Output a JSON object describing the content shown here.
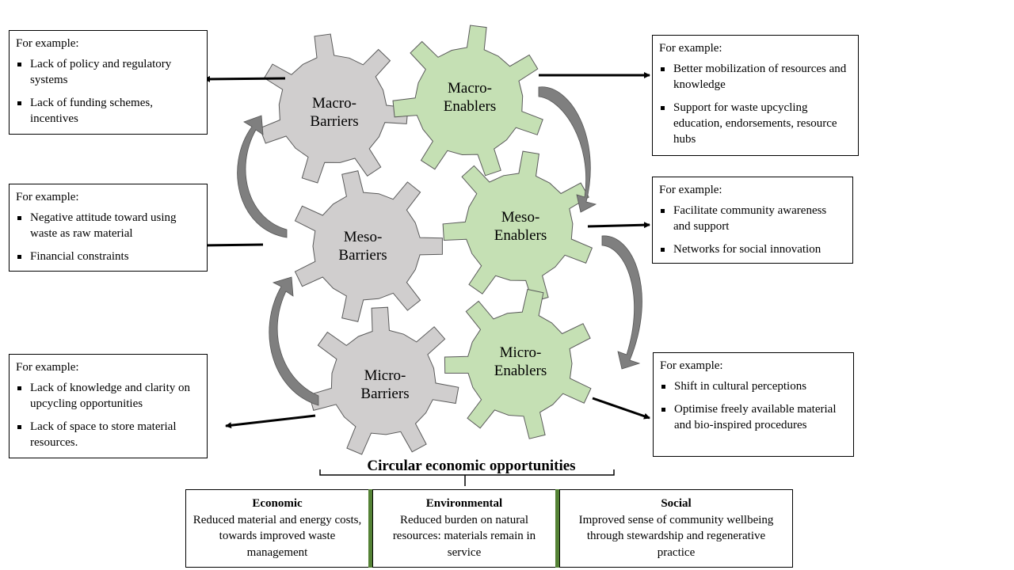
{
  "colors": {
    "barrier_gear": "#d0cece",
    "enabler_gear": "#c5e0b4",
    "gear_outline": "#5a5a5a",
    "cycle_arrow": "#7f7f7f",
    "divider_green": "#548235"
  },
  "icons": {
    "bullet": "square-bullet",
    "arrow": "arrow-right"
  },
  "gears": {
    "macro_barriers": "Macro-\nBarriers",
    "macro_enablers": "Macro-\nEnablers",
    "meso_barriers": "Meso-\nBarriers",
    "meso_enablers": "Meso-\nEnablers",
    "micro_barriers": "Micro-\nBarriers",
    "micro_enablers": "Micro-\nEnablers"
  },
  "boxes": {
    "macro_barriers": {
      "heading": "For example:",
      "items": [
        "Lack of policy and regulatory systems",
        "Lack of funding schemes, incentives"
      ]
    },
    "meso_barriers": {
      "heading": "For example:",
      "items": [
        "Negative attitude toward using waste as raw material",
        "Financial constraints"
      ]
    },
    "micro_barriers": {
      "heading": "For example:",
      "items": [
        "Lack of knowledge and clarity on upcycling opportunities",
        "Lack of space to store material resources."
      ]
    },
    "macro_enablers": {
      "heading": "For example:",
      "items": [
        "Better mobilization of resources and knowledge",
        "Support for waste upcycling education, endorsements, resource hubs"
      ]
    },
    "meso_enablers": {
      "heading": "For example:",
      "items": [
        "Facilitate community awareness and support",
        "Networks for social innovation"
      ]
    },
    "micro_enablers": {
      "heading": "For example:",
      "items": [
        "Shift in cultural perceptions",
        "Optimise freely available material and bio-inspired procedures"
      ]
    }
  },
  "opportunities": {
    "title": "Circular  economic opportunities",
    "economic": {
      "title": "Economic",
      "text": "Reduced material and energy costs, towards improved waste management"
    },
    "environmental": {
      "title": "Environmental",
      "text": "Reduced burden on natural resources: materials remain in service"
    },
    "social": {
      "title": "Social",
      "text": "Improved sense of community wellbeing through stewardship and regenerative practice"
    }
  }
}
